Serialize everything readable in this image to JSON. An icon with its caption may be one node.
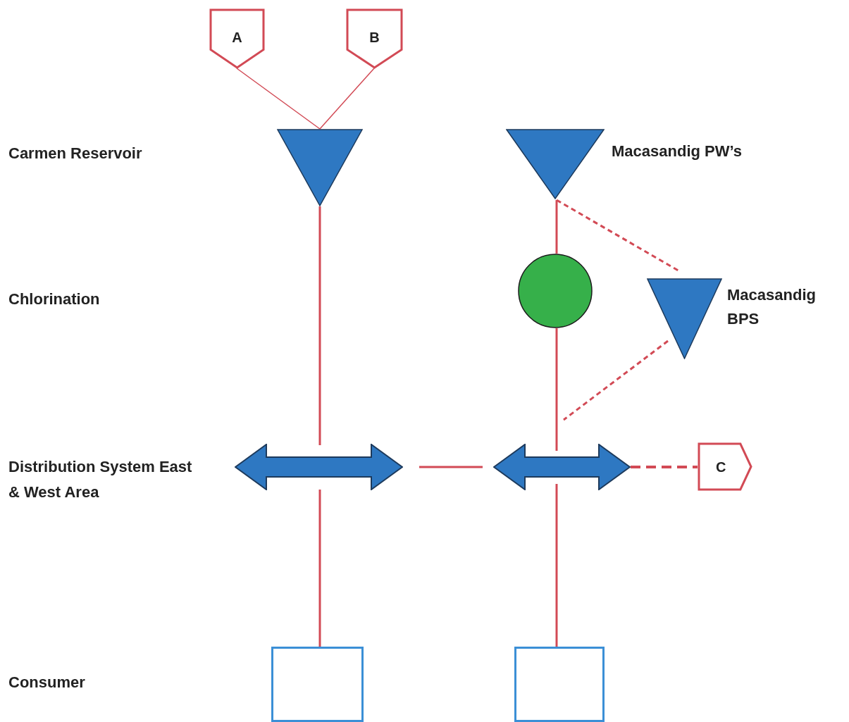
{
  "diagram": {
    "nodes": [
      {
        "text": [
          "A"
        ]
      },
      {
        "text": [
          "B"
        ]
      },
      {
        "text": [],
        "shape": "triangle"
      },
      {
        "text": [],
        "shape": "triangle",
        "beside": [
          "Macasandig PW’s"
        ]
      },
      {
        "text": [],
        "shape": "circle"
      },
      {
        "text": [],
        "shape": "triangle",
        "beside": [
          "Macasandig BPS"
        ]
      },
      {
        "text": [],
        "shape": "arrow"
      },
      {
        "text": [],
        "shape": "arrow"
      },
      {
        "text": [
          "C"
        ]
      },
      {
        "text": [],
        "shape": "box"
      },
      {
        "text": [],
        "shape": "box"
      }
    ],
    "edges": [
      {
        "from": 0,
        "to": 2,
        "arrow": "none"
      },
      {
        "from": 1,
        "to": 2,
        "arrow": "none"
      },
      {
        "from": 2,
        "to": 6,
        "arrow": "none"
      },
      {
        "from": 6,
        "to": 9,
        "arrow": "none"
      },
      {
        "from": 6,
        "to": 7,
        "arrow": "none"
      },
      {
        "from": 3,
        "to": 4,
        "arrow": "none"
      },
      {
        "from": 4,
        "to": 7,
        "arrow": "none"
      },
      {
        "from": 7,
        "to": 10,
        "arrow": "none"
      },
      {
        "from": 3,
        "to": 5,
        "arrow": "none",
        "style": "dashed"
      },
      {
        "from": 5,
        "to": 7,
        "arrow": "none",
        "style": "dashed"
      },
      {
        "from": 7,
        "to": 8,
        "arrow": "none",
        "style": "dashed"
      }
    ],
    "labels": [
      "Carmen Reservoir",
      "Chlorination",
      "Distribution System East & West Area",
      "Consumer"
    ]
  }
}
